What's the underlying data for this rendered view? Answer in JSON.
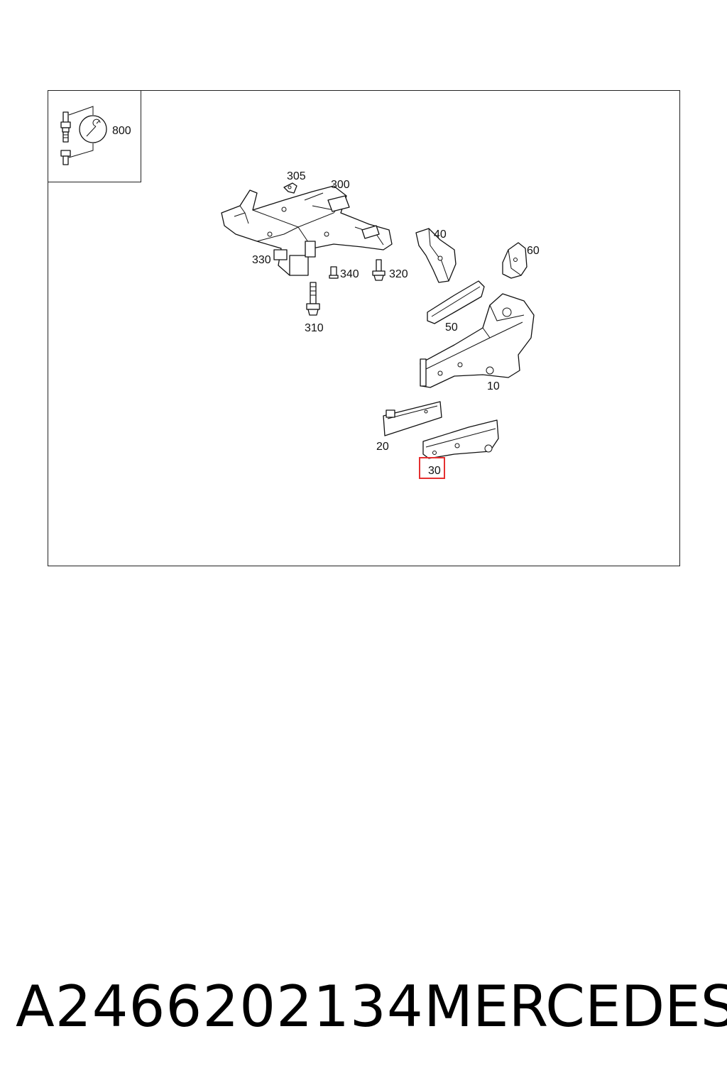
{
  "diagram": {
    "callouts": {
      "c800": "800",
      "c305": "305",
      "c300": "300",
      "c330": "330",
      "c340": "340",
      "c320": "320",
      "c310": "310",
      "c40": "40",
      "c60": "60",
      "c50": "50",
      "c10": "10",
      "c20": "20",
      "c30": "30"
    },
    "highlighted_callout": "30",
    "highlight_color": "#e53030",
    "icons": {
      "tool": "wrench-icon"
    }
  },
  "footer": {
    "part_number": "A2466202134",
    "brand": "MERCEDES"
  }
}
